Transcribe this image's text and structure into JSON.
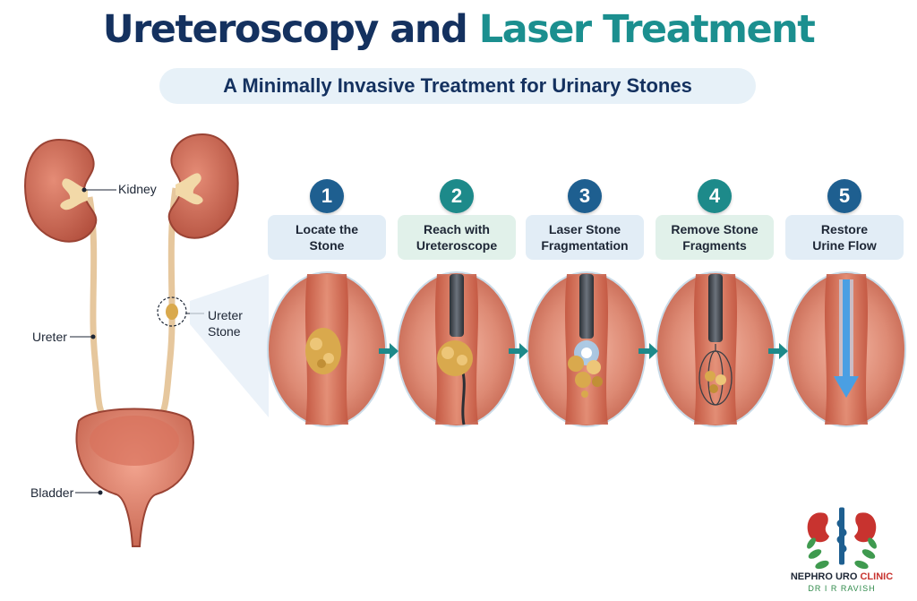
{
  "header": {
    "title_part1": "Ureteroscopy and",
    "title_part2": "Laser Treatment",
    "subtitle": "A Minimally Invasive Treatment for Urinary Stones"
  },
  "anatomy": {
    "kidney_label": "Kidney",
    "ureter_label": "Ureter",
    "stone_label_line1": "Ureter",
    "stone_label_line2": "Stone",
    "bladder_label": "Bladder"
  },
  "steps": [
    {
      "number": "1",
      "line1": "Locate the",
      "line2": "Stone"
    },
    {
      "number": "2",
      "line1": "Reach with",
      "line2": "Ureteroscope"
    },
    {
      "number": "3",
      "line1": "Laser Stone",
      "line2": "Fragmentation"
    },
    {
      "number": "4",
      "line1": "Remove Stone",
      "line2": "Fragments"
    },
    {
      "number": "5",
      "line1": "Restore",
      "line2": "Urine Flow"
    }
  ],
  "logo": {
    "name_part1": "NEPHRO URO",
    "name_part2": "CLINIC",
    "doctor": "DR I R RAVISH"
  },
  "colors": {
    "title_dark": "#14315f",
    "title_teal": "#1b8f8f",
    "step_badge_blue": "#1e5f90",
    "step_badge_teal": "#1d8a8a",
    "arrow": "#1d8a8a",
    "tissue": "#d97a67",
    "stone": "#d9a94d"
  }
}
